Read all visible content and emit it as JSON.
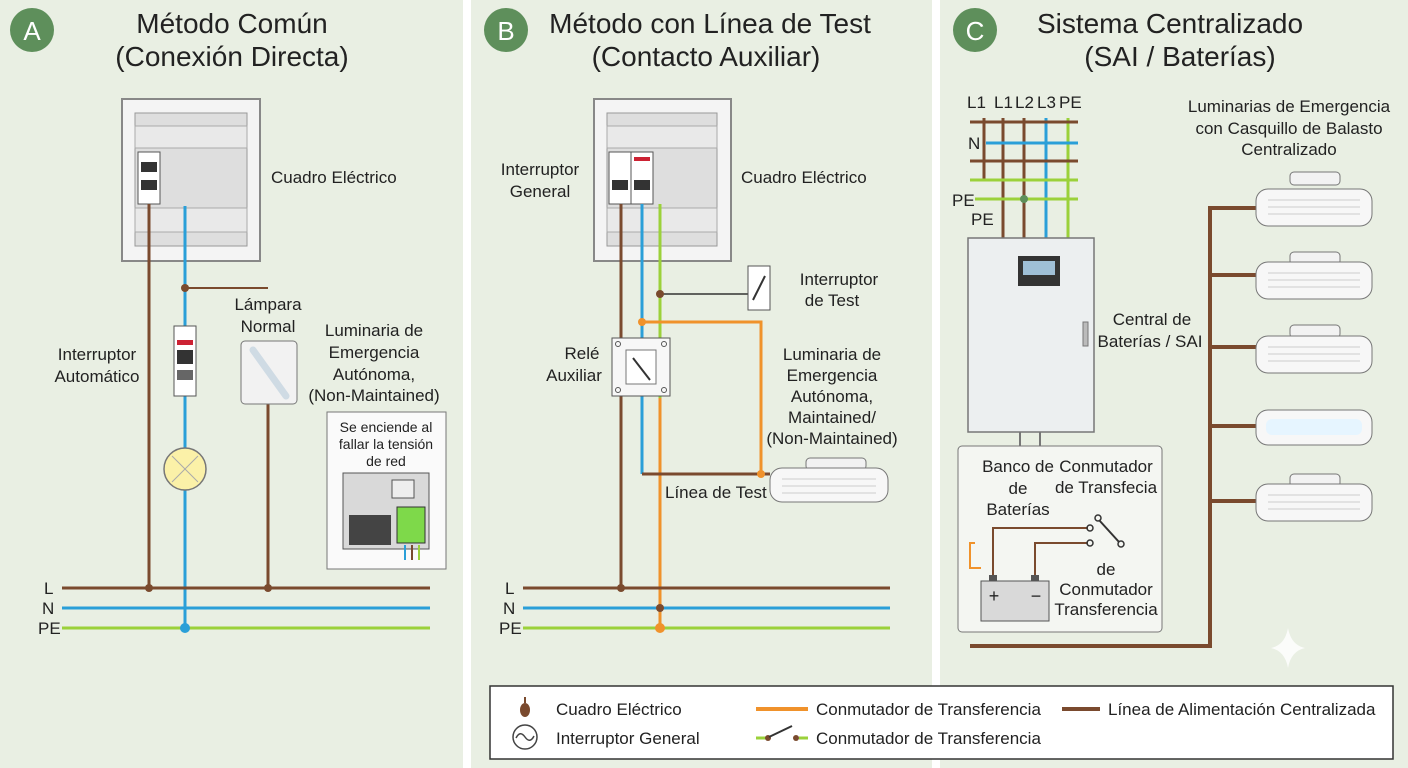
{
  "panels": [
    {
      "badge": "A",
      "title": [
        "Método Común",
        "(Conexión Directa)"
      ]
    },
    {
      "badge": "B",
      "title": [
        "Método con Línea de Test",
        "(Contacto Auxiliar)"
      ]
    },
    {
      "badge": "C",
      "title": [
        "Sistema Centralizado",
        "(SAI / Baterías)"
      ]
    }
  ],
  "colors": {
    "panel_bg": "#e9efe3",
    "live": "#7a4a2e",
    "neutral": "#2a9fd8",
    "earth": "#9bd13a",
    "test": "#f0922b",
    "badge": "#5e8f5b"
  },
  "panel_a": {
    "cuadro": "Cuadro Eléctrico",
    "interruptor": [
      "Interruptor",
      "Automático"
    ],
    "lampara": [
      "Lámpara",
      "Normal"
    ],
    "luminaria": [
      "Luminaria de",
      "Emergencia",
      "Autónoma,",
      "(Non-Maintained)"
    ],
    "nota": [
      "Se enciende al",
      "fallar la tensión",
      "de red"
    ],
    "bus": [
      "L",
      "N",
      "PE"
    ]
  },
  "panel_b": {
    "interruptor_general": [
      "Interruptor",
      "General"
    ],
    "cuadro": "Cuadro Eléctrico",
    "interruptor_test": [
      "Interruptor",
      "de Test"
    ],
    "rele": [
      "Relé",
      "Auxiliar"
    ],
    "luminaria": [
      "Luminaria de",
      "Emergencia",
      "Autónoma,",
      "Maintained/",
      "(Non-Maintained)"
    ],
    "linea_test": "Línea de Test",
    "bus": [
      "L",
      "N",
      "PE"
    ]
  },
  "panel_c": {
    "feeds": [
      "L1",
      "L1",
      "L2",
      "L3",
      "PE"
    ],
    "n": "N",
    "pe1": "PE",
    "pe2": "PE",
    "luminarias": [
      "Luminarias de Emergencia",
      "con Casquillo de Balasto",
      "Centralizado"
    ],
    "central": [
      "Central de",
      "Baterías / SAI"
    ],
    "banco": [
      "Banco de",
      "de",
      "Baterías"
    ],
    "conmutador": [
      "Conmutador",
      "de Transfecia"
    ],
    "conmutador2": [
      "de",
      "Conmutador",
      "Transferencia"
    ]
  },
  "legend": {
    "items": [
      "Cuadro Eléctrico",
      "Interruptor General",
      "Conmutador de Transferencia",
      "Conmutador de Transferencia",
      "Línea de Alimentación Centralizada"
    ]
  }
}
